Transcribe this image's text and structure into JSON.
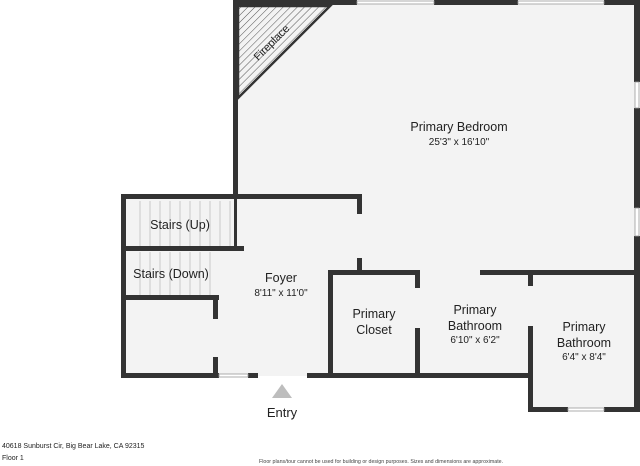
{
  "rooms": {
    "fireplace": {
      "name": "Fireplace"
    },
    "primary_bedroom": {
      "name": "Primary Bedroom",
      "dims": "25'3\" x 16'10\""
    },
    "stairs_up": {
      "name": "Stairs (Up)"
    },
    "stairs_down": {
      "name": "Stairs (Down)"
    },
    "foyer": {
      "name": "Foyer",
      "dims": "8'11\" x 11'0\""
    },
    "primary_closet": {
      "name_line1": "Primary",
      "name_line2": "Closet"
    },
    "primary_bathroom_1": {
      "name_line1": "Primary",
      "name_line2": "Bathroom",
      "dims": "6'10\" x 6'2\""
    },
    "primary_bathroom_2": {
      "name_line1": "Primary",
      "name_line2": "Bathroom",
      "dims": "6'4\" x 8'4\""
    }
  },
  "entry": {
    "label": "Entry"
  },
  "footer": {
    "address": "40618 Sunburst Cir, Big Bear Lake, CA 92315",
    "floor": "Floor 1",
    "disclaimer": "Floor plans/tour cannot be used for building or design purposes. Sizes and dimensions are approximate."
  },
  "colors": {
    "wall": "#333333",
    "floor": "#f3f3f3",
    "entry_arrow": "#bdbdbd"
  }
}
